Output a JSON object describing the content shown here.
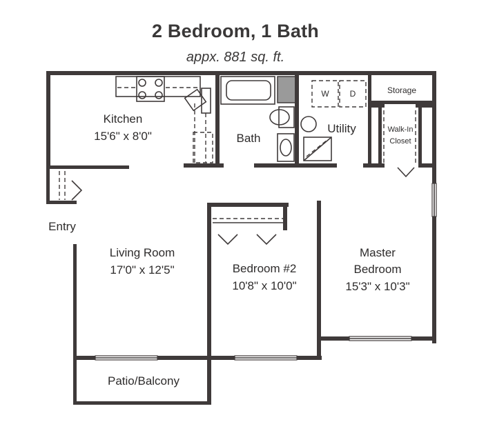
{
  "header": {
    "title": "2 Bedroom, 1 Bath",
    "subtitle": "appx. 881 sq. ft."
  },
  "rooms": {
    "kitchen": {
      "name": "Kitchen",
      "size": "15'6\" x 8'0\""
    },
    "bath": {
      "name": "Bath"
    },
    "utility": {
      "name": "Utility",
      "washer": "W",
      "dryer": "D"
    },
    "storage": {
      "name": "Storage"
    },
    "walk_in_closet": {
      "line1": "Walk-In",
      "line2": "Closet"
    },
    "entry": {
      "name": "Entry"
    },
    "living_room": {
      "name": "Living Room",
      "size": "17'0\" x 12'5\""
    },
    "bedroom2": {
      "name": "Bedroom #2",
      "size": "10'8\" x 10'0\""
    },
    "master_bedroom": {
      "line1": "Master",
      "line2": "Bedroom",
      "size": "15'3\" x 10'3\""
    },
    "patio": {
      "name": "Patio/Balcony"
    }
  }
}
